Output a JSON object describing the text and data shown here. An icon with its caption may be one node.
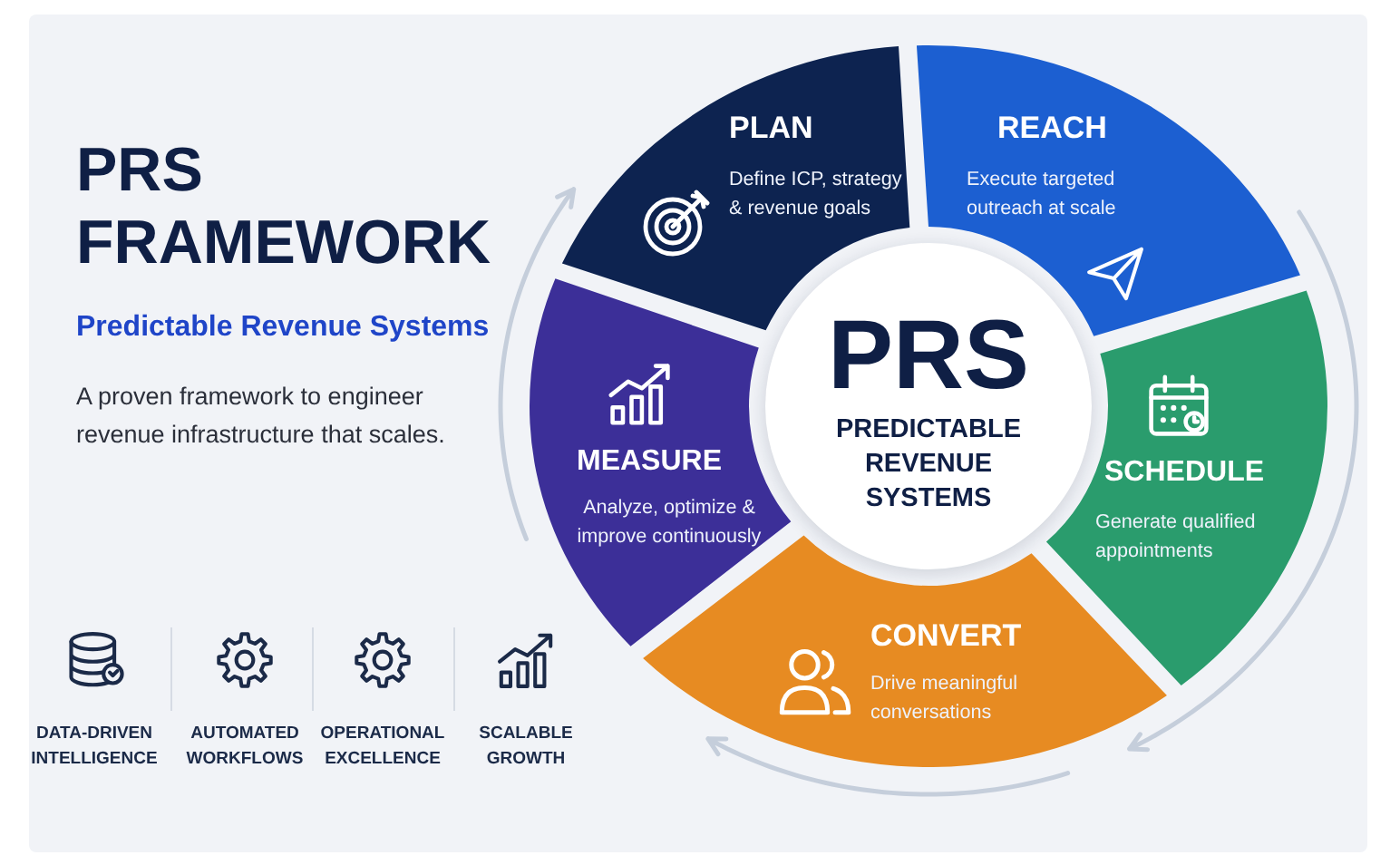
{
  "diagram": {
    "title": "PRS FRAMEWORK",
    "nodes": [
      {
        "text": [
          "PLAN",
          "Define ICP, strategy & revenue goals"
        ]
      },
      {
        "text": [
          "REACH",
          "Execute targeted outreach at scale"
        ]
      },
      {
        "text": [
          "PRS",
          "PREDICTABLE REVENUE SYSTEMS"
        ]
      },
      {
        "text": [
          "MEASURE",
          "Analyze, optimize & improve continuously"
        ]
      },
      {
        "text": [
          "SCHEDULE",
          "Generate qualified appointments"
        ]
      },
      {
        "text": [
          "CONVERT",
          "Drive meaningful conversations"
        ]
      }
    ],
    "labels": [
      "Predictable Revenue Systems",
      "A proven framework to engineer revenue infrastructure that scales.",
      "DATA-DRIVEN INTELLIGENCE",
      "AUTOMATED WORKFLOWS",
      "OPERATIONAL EXCELLENCE",
      "SCALABLE GROWTH"
    ]
  }
}
